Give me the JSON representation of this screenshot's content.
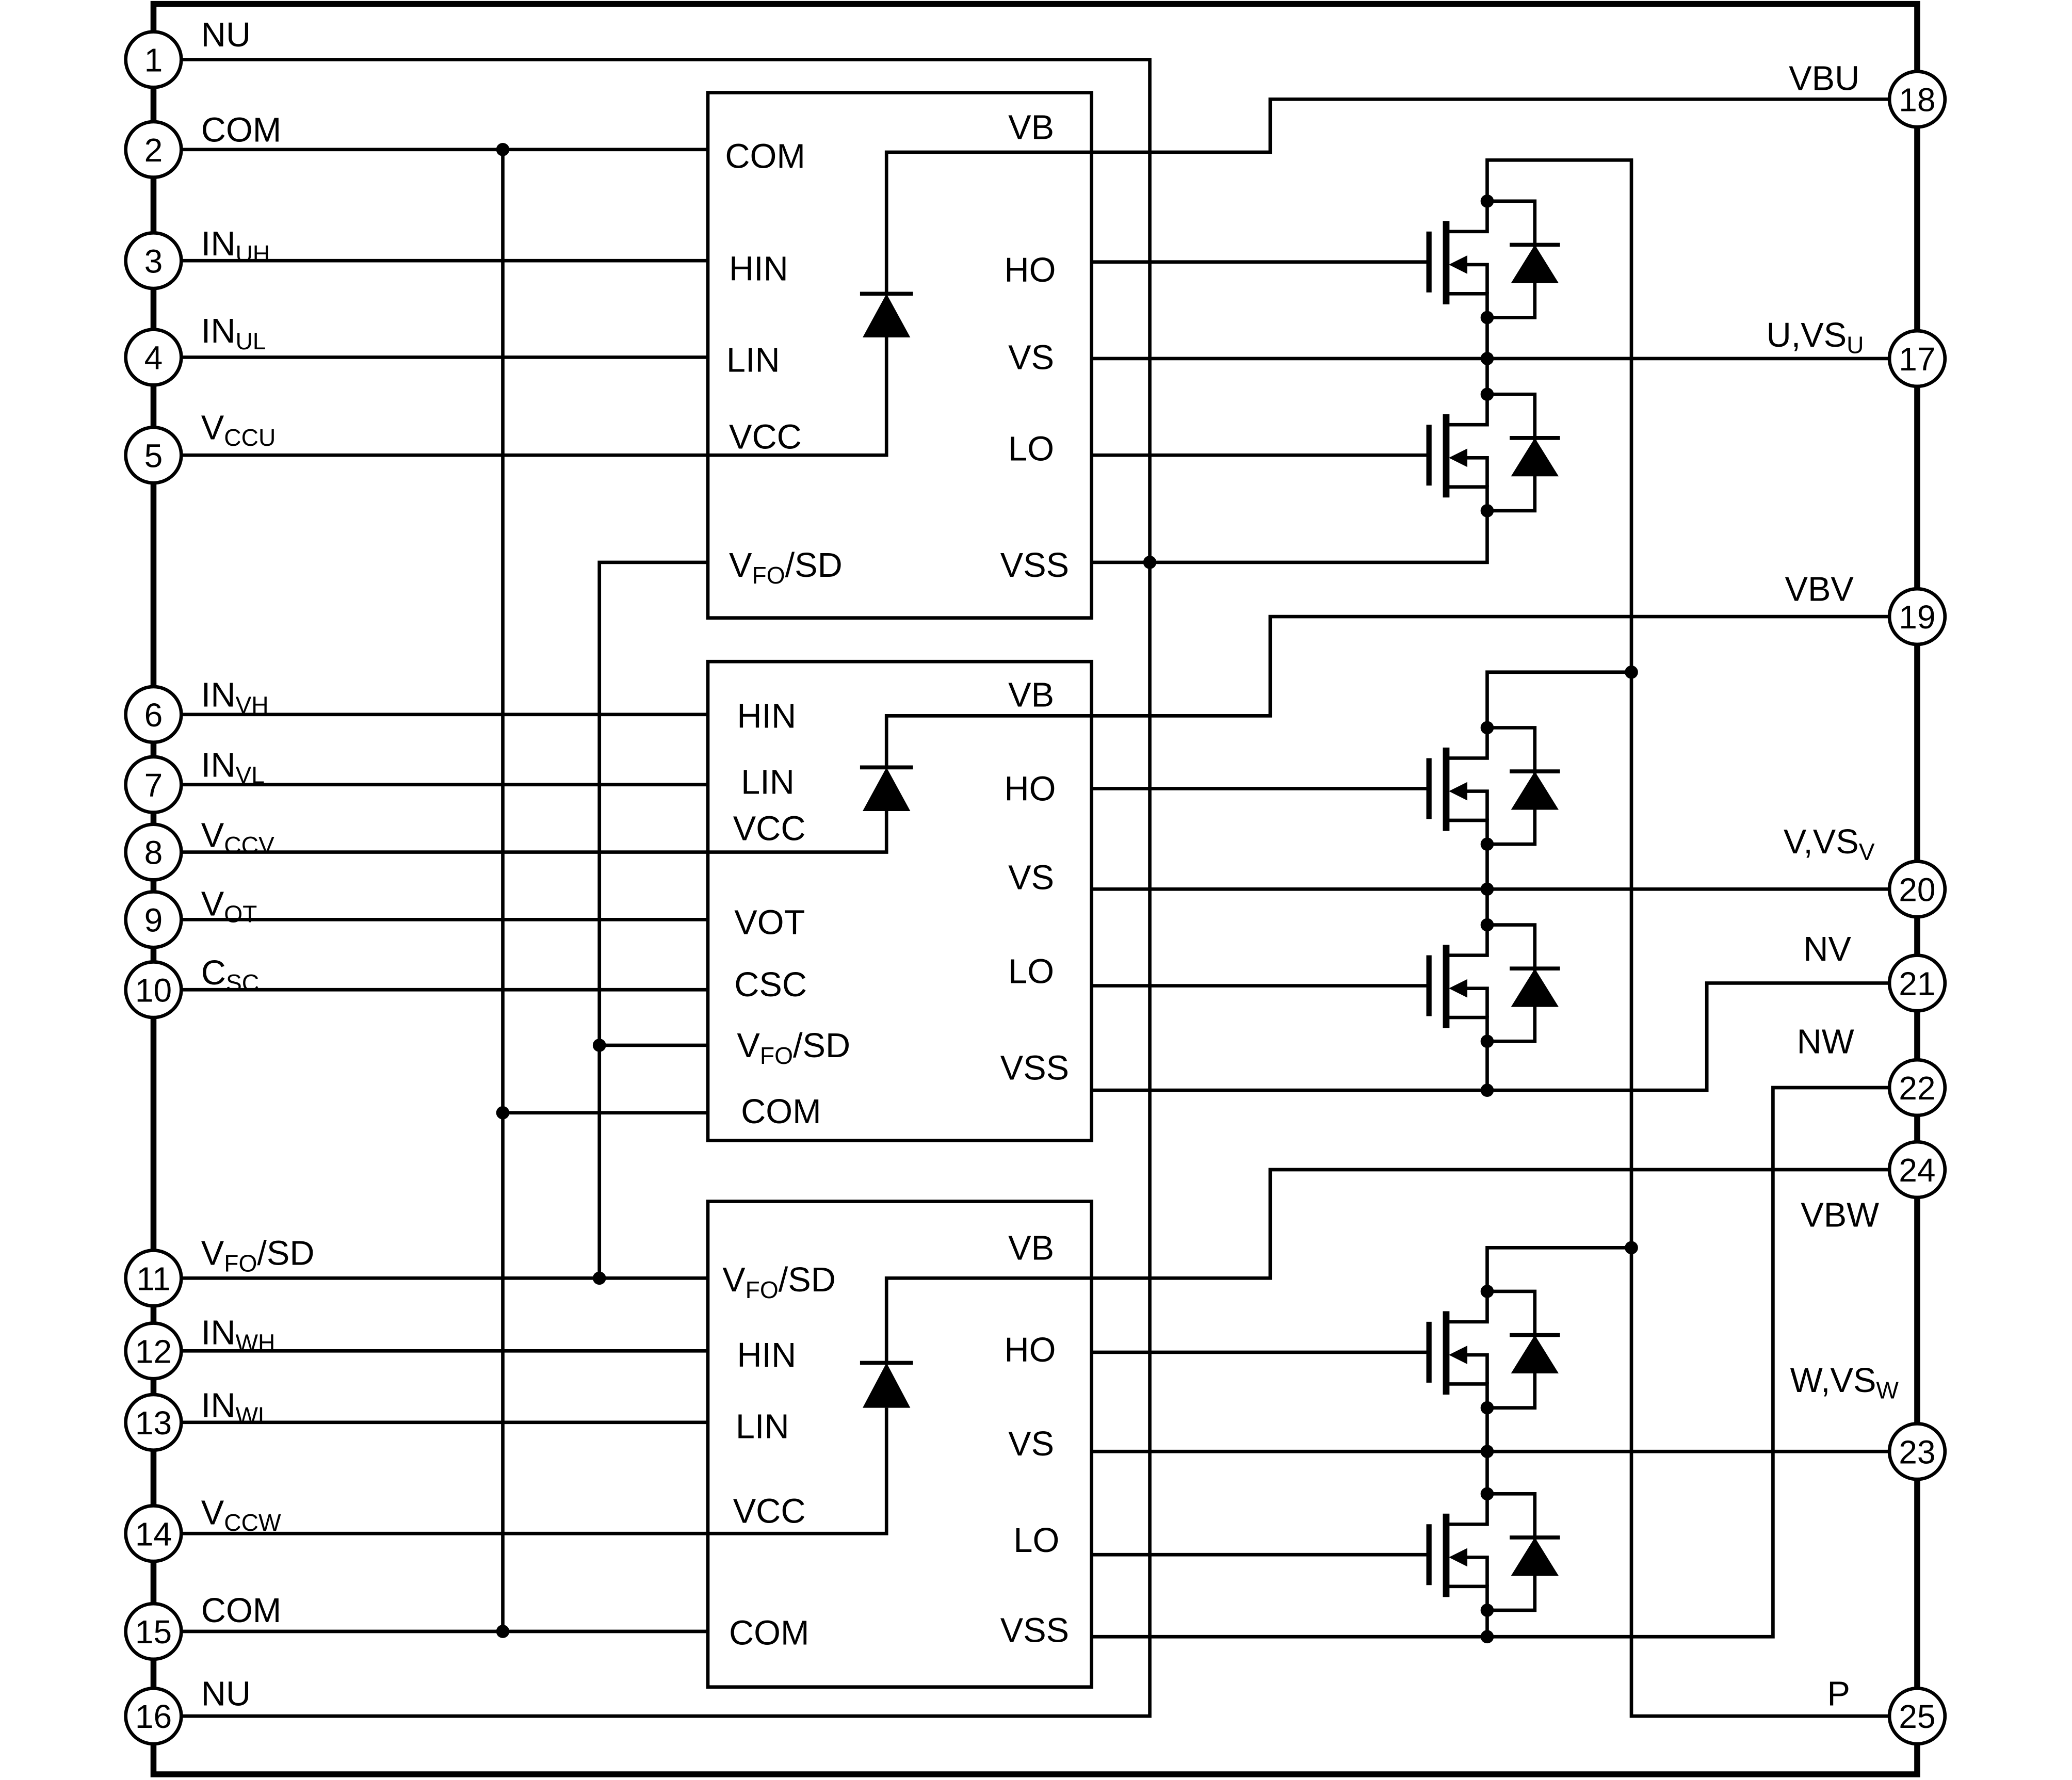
{
  "left_pins": [
    {
      "number": "1",
      "label": {
        "main": "NU"
      }
    },
    {
      "number": "2",
      "label": {
        "main": "COM"
      }
    },
    {
      "number": "3",
      "label": {
        "main": "IN",
        "sub": "UH"
      }
    },
    {
      "number": "4",
      "label": {
        "main": "IN",
        "sub": "UL"
      }
    },
    {
      "number": "5",
      "label": {
        "main": "V",
        "sub": "CCU"
      }
    },
    {
      "number": "6",
      "label": {
        "main": "IN",
        "sub": "VH"
      }
    },
    {
      "number": "7",
      "label": {
        "main": "IN",
        "sub": "VL"
      }
    },
    {
      "number": "8",
      "label": {
        "main": "V",
        "sub": "CCV"
      }
    },
    {
      "number": "9",
      "label": {
        "main": "V",
        "sub": "OT"
      }
    },
    {
      "number": "10",
      "label": {
        "main": "C",
        "sub": "SC"
      }
    },
    {
      "number": "11",
      "label": {
        "main": "V",
        "sub": "FO",
        "tail": "/SD"
      }
    },
    {
      "number": "12",
      "label": {
        "main": "IN",
        "sub": "WH"
      }
    },
    {
      "number": "13",
      "label": {
        "main": "IN",
        "sub": "WL"
      }
    },
    {
      "number": "14",
      "label": {
        "main": "V",
        "sub": "CCW"
      }
    },
    {
      "number": "15",
      "label": {
        "main": "COM"
      }
    },
    {
      "number": "16",
      "label": {
        "main": "NU"
      }
    }
  ],
  "right_pins": [
    {
      "number": "18",
      "label": {
        "main": "VBU"
      }
    },
    {
      "number": "17",
      "label": {
        "main": "U,VS",
        "sub": "U"
      }
    },
    {
      "number": "19",
      "label": {
        "main": "VBV"
      }
    },
    {
      "number": "20",
      "label": {
        "main": "V,VS",
        "sub": "V"
      }
    },
    {
      "number": "21",
      "label": {
        "main": "NV"
      }
    },
    {
      "number": "22",
      "label": {
        "main": "NW"
      }
    },
    {
      "number": "24",
      "label": {
        "main": "VBW"
      }
    },
    {
      "number": "23",
      "label": {
        "main": "W,VS",
        "sub": "W"
      }
    },
    {
      "number": "25",
      "label": {
        "main": "P"
      }
    }
  ],
  "ic_blocks": [
    {
      "left": [
        {
          "main": "COM"
        },
        {
          "main": "HIN"
        },
        {
          "main": "LIN"
        },
        {
          "main": "VCC"
        },
        {
          "main": "V",
          "sub": "FO",
          "tail": "/SD"
        }
      ],
      "right": [
        {
          "main": "VB"
        },
        {
          "main": "HO"
        },
        {
          "main": "VS"
        },
        {
          "main": "LO"
        },
        {
          "main": "VSS"
        }
      ]
    },
    {
      "left": [
        {
          "main": "HIN"
        },
        {
          "main": "LIN"
        },
        {
          "main": "VCC"
        },
        {
          "main": "VOT"
        },
        {
          "main": "CSC"
        },
        {
          "main": "V",
          "sub": "FO",
          "tail": "/SD"
        },
        {
          "main": "COM"
        }
      ],
      "right": [
        {
          "main": "VB"
        },
        {
          "main": "HO"
        },
        {
          "main": "VS"
        },
        {
          "main": "LO"
        },
        {
          "main": "VSS"
        }
      ]
    },
    {
      "left": [
        {
          "main": "V",
          "sub": "FO",
          "tail": "/SD"
        },
        {
          "main": "HIN"
        },
        {
          "main": "LIN"
        },
        {
          "main": "VCC"
        },
        {
          "main": "COM"
        }
      ],
      "right": [
        {
          "main": "VB"
        },
        {
          "main": "HO"
        },
        {
          "main": "VS"
        },
        {
          "main": "LO"
        },
        {
          "main": "VSS"
        }
      ]
    }
  ]
}
